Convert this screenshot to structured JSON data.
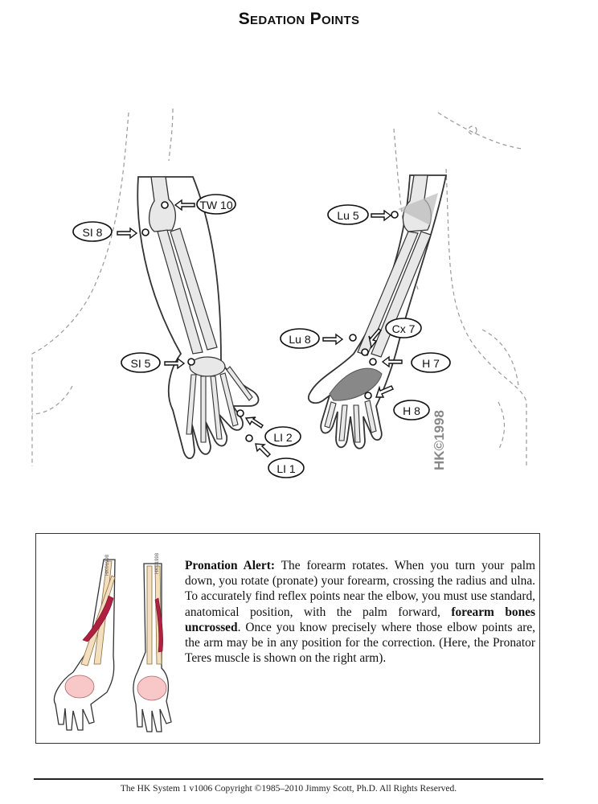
{
  "page": {
    "title": "Sedation Points",
    "watermark": "HK©1998"
  },
  "points": [
    {
      "id": "tw10",
      "label": "TW 10"
    },
    {
      "id": "si8",
      "label": "SI 8"
    },
    {
      "id": "si5",
      "label": "SI 5"
    },
    {
      "id": "li2",
      "label": "LI 2"
    },
    {
      "id": "li1",
      "label": "LI 1"
    },
    {
      "id": "lu5",
      "label": "Lu 5"
    },
    {
      "id": "lu8",
      "label": "Lu 8"
    },
    {
      "id": "cx7",
      "label": "Cx 7"
    },
    {
      "id": "h7",
      "label": "H 7"
    },
    {
      "id": "h8",
      "label": "H 8"
    }
  ],
  "alert": {
    "heading": "Pronation Alert:",
    "text_1": " The forearm rotates. When you turn your palm down, you rotate (pronate) your forearm, crossing the radius and ulna. To accurately find reflex points near the elbow, you must use standard, anatomical position, with the palm forward, ",
    "emphasis": "forearm bones uncrossed",
    "text_2": ". Once you know precisely where those elbow points are, the arm may be in any position for the correction. (Here, the Pronator Teres muscle is shown on the right arm).",
    "mini_label_left": "HK©1998",
    "mini_label_right": "HK©1998"
  },
  "footer": {
    "text": "The HK System 1 v1006 Copyright ©1985–2010 Jimmy Scott, Ph.D. All Rights Reserved."
  },
  "colors": {
    "bone_fill": "#e8e8e8",
    "bone_stroke": "#333333",
    "muscle": "#888888",
    "mini_bone": "#f3dfc0",
    "mini_muscle": "#b02040",
    "mini_hand": "#f8c8c8"
  }
}
